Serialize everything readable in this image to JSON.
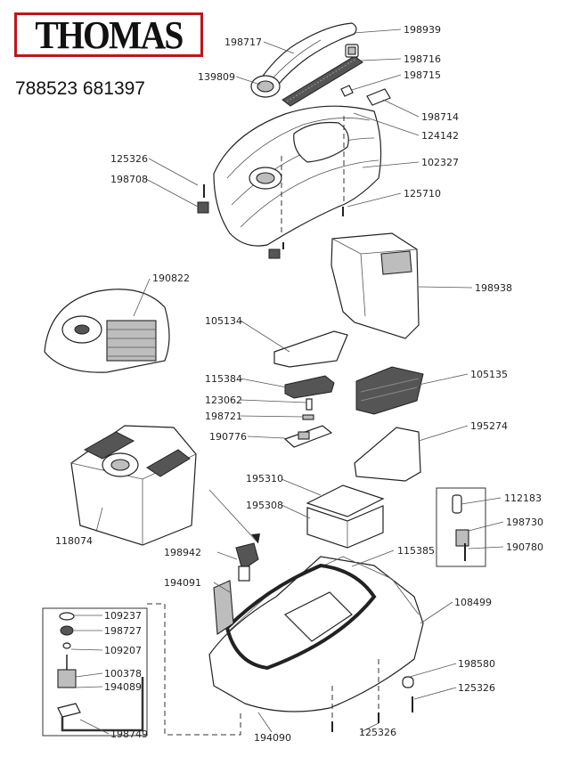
{
  "brand": {
    "logo_text": "THOMAS",
    "logo_color": "#c0151b",
    "article_numbers": "788523 681397"
  },
  "callouts": [
    {
      "id": "c198717",
      "number": "198717"
    },
    {
      "id": "c198939",
      "number": "198939"
    },
    {
      "id": "c198716",
      "number": "198716"
    },
    {
      "id": "c139809",
      "number": "139809"
    },
    {
      "id": "c198715",
      "number": "198715"
    },
    {
      "id": "c198714",
      "number": "198714"
    },
    {
      "id": "c124142",
      "number": "124142"
    },
    {
      "id": "c125326a",
      "number": "125326"
    },
    {
      "id": "c102327",
      "number": "102327"
    },
    {
      "id": "c198708",
      "number": "198708"
    },
    {
      "id": "c125710",
      "number": "125710"
    },
    {
      "id": "c190822",
      "number": "190822"
    },
    {
      "id": "c198938",
      "number": "198938"
    },
    {
      "id": "c105134",
      "number": "105134"
    },
    {
      "id": "c105135",
      "number": "105135"
    },
    {
      "id": "c115384",
      "number": "115384"
    },
    {
      "id": "c123062",
      "number": "123062"
    },
    {
      "id": "c198721",
      "number": "198721"
    },
    {
      "id": "c195274",
      "number": "195274"
    },
    {
      "id": "c190776",
      "number": "190776"
    },
    {
      "id": "c195310",
      "number": "195310"
    },
    {
      "id": "c112183",
      "number": "112183"
    },
    {
      "id": "c195308",
      "number": "195308"
    },
    {
      "id": "c198730",
      "number": "198730"
    },
    {
      "id": "c118074",
      "number": "118074"
    },
    {
      "id": "c190780",
      "number": "190780"
    },
    {
      "id": "c198942",
      "number": "198942"
    },
    {
      "id": "c115385",
      "number": "115385"
    },
    {
      "id": "c194091",
      "number": "194091"
    },
    {
      "id": "c108499",
      "number": "108499"
    },
    {
      "id": "c109237",
      "number": "109237"
    },
    {
      "id": "c198727",
      "number": "198727"
    },
    {
      "id": "c109207",
      "number": "109207"
    },
    {
      "id": "c198580",
      "number": "198580"
    },
    {
      "id": "c100378",
      "number": "100378"
    },
    {
      "id": "c194089",
      "number": "194089"
    },
    {
      "id": "c125326b",
      "number": "125326"
    },
    {
      "id": "c198749",
      "number": "198749"
    },
    {
      "id": "c125326c",
      "number": "125326"
    },
    {
      "id": "c194090",
      "number": "194090"
    }
  ]
}
